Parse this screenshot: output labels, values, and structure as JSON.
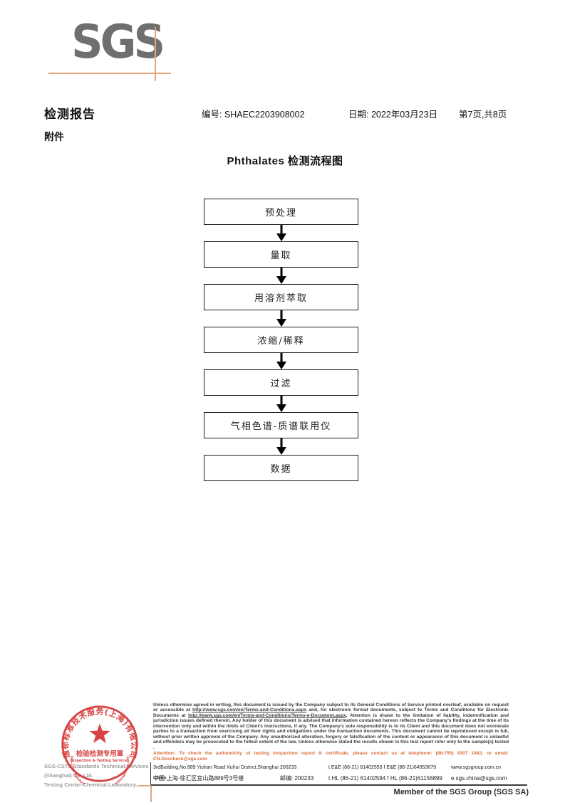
{
  "header": {
    "logo_text": "SGS",
    "report_title": "检测报告",
    "report_no": "编号: SHAEC2203908002",
    "date": "日期: 2022年03月23日",
    "page_info": "第7页,共8页",
    "attachment_label": "附件"
  },
  "flowchart": {
    "title": "Phthalates 检测流程图",
    "steps": [
      "预处理",
      "量取",
      "用溶剂萃取",
      "浓缩/稀释",
      "过滤",
      "气相色谱-质谱联用仪",
      "数据"
    ]
  },
  "footer": {
    "disclaimer_part1": "Unless otherwise agreed in writing, this document is issued by the Company subject to its General Conditions of Service printed overleaf, available on request or accessible at ",
    "terms_url": "http://www.sgs.com/en/Terms-and-Conditions.aspx",
    "disclaimer_part2": " and, for electronic format documents, subject to Terms and Conditions for Electronic Documents at ",
    "e_document_url": "http://www.sgs.com/en/Terms-and-Conditions/Terms-e-Document.aspx",
    "disclaimer_part3": ". Attention is drawn to the limitation of liability, indemnification and jurisdiction issues defined therein. Any holder of this document is advised that information contained hereon reflects the Company's findings at the time of its intervention only and within the limits of Client's instructions, if any. The Company's sole responsibility is to its Client and this document does not exonerate parties to a transaction from exercising all their rights and obligations under the transaction documents. This document cannot be reproduced except in full, without prior written approval of the Company. Any unauthorized alteration, forgery or falsification of the content or appearance of this document is unlawful and offenders may be prosecuted to the fullest extent of the law. Unless otherwise stated the results shown in this test report refer only to the sample(s) tested .",
    "attention_line": "Attention: To check the authenticity of testing /inspection report & certificate, please contact us at telephone: (86-755) 8307 1443, or email: CN.Doccheck@sgs.com",
    "lab_line1": "SGS-CSTC Standards Technical Services (Shanghai) Co.,Ltd.",
    "lab_line2": "Testing Center-Chemical Laboratory.",
    "address_en": "3rdBuilding,No.889 Yishan Road Xuhui District,Shanghai China",
    "postcode_en": "200233",
    "phones_en": "t E&E (86-21) 61402553   f E&E (86-21)64953679",
    "website": "www.sgsgroup.com.cn",
    "address_cn": "中国·上海·徐汇区宜山路889号3号楼",
    "postcode_cn": "邮编: 200233",
    "phones_cn": "t HL (86-21) 61402594   f HL (86-21)61156899",
    "email": "e  sgs.china@sgs.com",
    "member_line": "Member of the SGS Group (SGS SA)"
  },
  "stamp": {
    "company_cn": "通标标准技术服务(上海)有限公司",
    "company_en": "SGS-CSTC Standards Technical Services(Shanghai)Co.,Ltd.",
    "purpose_cn": "检验检测专用章",
    "purpose_en": "Inspection & Testing Services"
  },
  "colors": {
    "accent_orange": "#e3a77c",
    "attention_orange": "#dd6b35",
    "stamp_red": "#d43434",
    "logo_gray": "#6f6f6f"
  }
}
